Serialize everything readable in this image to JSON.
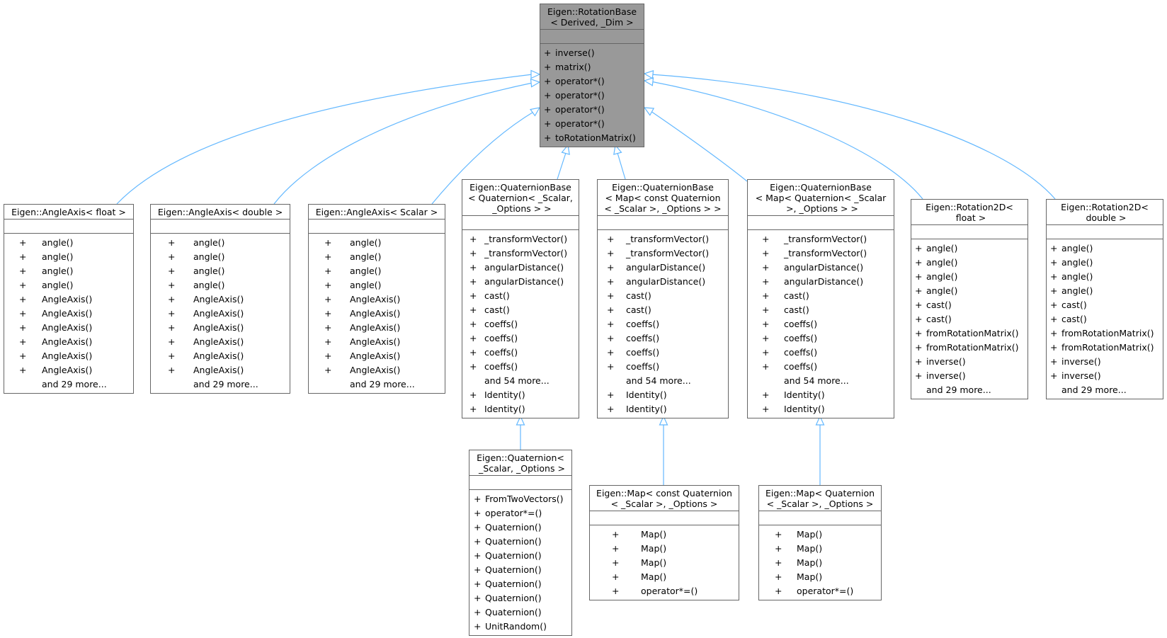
{
  "diagram": {
    "nodes": [
      {
        "id": "rotation-base",
        "title": "Eigen::RotationBase\n< Derived, _Dim >",
        "root": true,
        "members": [
          [
            "+",
            "inverse()"
          ],
          [
            "+",
            "matrix()"
          ],
          [
            "+",
            "operator*()"
          ],
          [
            "+",
            "operator*()"
          ],
          [
            "+",
            "operator*()"
          ],
          [
            "+",
            "operator*()"
          ],
          [
            "+",
            "toRotationMatrix()"
          ]
        ]
      },
      {
        "id": "angleaxis-float",
        "title": "Eigen::AngleAxis< float >",
        "members": [
          [
            "+",
            "angle()"
          ],
          [
            "+",
            "angle()"
          ],
          [
            "+",
            "angle()"
          ],
          [
            "+",
            "angle()"
          ],
          [
            "+",
            "AngleAxis()"
          ],
          [
            "+",
            "AngleAxis()"
          ],
          [
            "+",
            "AngleAxis()"
          ],
          [
            "+",
            "AngleAxis()"
          ],
          [
            "+",
            "AngleAxis()"
          ],
          [
            "+",
            "AngleAxis()"
          ],
          [
            "",
            "and 29 more..."
          ]
        ]
      },
      {
        "id": "angleaxis-double",
        "title": "Eigen::AngleAxis< double >",
        "members": [
          [
            "+",
            "angle()"
          ],
          [
            "+",
            "angle()"
          ],
          [
            "+",
            "angle()"
          ],
          [
            "+",
            "angle()"
          ],
          [
            "+",
            "AngleAxis()"
          ],
          [
            "+",
            "AngleAxis()"
          ],
          [
            "+",
            "AngleAxis()"
          ],
          [
            "+",
            "AngleAxis()"
          ],
          [
            "+",
            "AngleAxis()"
          ],
          [
            "+",
            "AngleAxis()"
          ],
          [
            "",
            "and 29 more..."
          ]
        ]
      },
      {
        "id": "angleaxis-scalar",
        "title": "Eigen::AngleAxis< Scalar >",
        "members": [
          [
            "+",
            "angle()"
          ],
          [
            "+",
            "angle()"
          ],
          [
            "+",
            "angle()"
          ],
          [
            "+",
            "angle()"
          ],
          [
            "+",
            "AngleAxis()"
          ],
          [
            "+",
            "AngleAxis()"
          ],
          [
            "+",
            "AngleAxis()"
          ],
          [
            "+",
            "AngleAxis()"
          ],
          [
            "+",
            "AngleAxis()"
          ],
          [
            "+",
            "AngleAxis()"
          ],
          [
            "",
            "and 29 more..."
          ]
        ]
      },
      {
        "id": "quatbase-quaternion",
        "title": "Eigen::QuaternionBase\n< Quaternion< _Scalar,\n _Options > >",
        "members": [
          [
            "+",
            "_transformVector()"
          ],
          [
            "+",
            "_transformVector()"
          ],
          [
            "+",
            "angularDistance()"
          ],
          [
            "+",
            "angularDistance()"
          ],
          [
            "+",
            "cast()"
          ],
          [
            "+",
            "cast()"
          ],
          [
            "+",
            "coeffs()"
          ],
          [
            "+",
            "coeffs()"
          ],
          [
            "+",
            "coeffs()"
          ],
          [
            "+",
            "coeffs()"
          ],
          [
            "",
            "and 54 more..."
          ],
          [
            "+",
            "Identity()"
          ],
          [
            "+",
            "Identity()"
          ]
        ]
      },
      {
        "id": "quatbase-map-const",
        "title": "Eigen::QuaternionBase\n< Map< const Quaternion\n< _Scalar >, _Options > >",
        "members": [
          [
            "+",
            "_transformVector()"
          ],
          [
            "+",
            "_transformVector()"
          ],
          [
            "+",
            "angularDistance()"
          ],
          [
            "+",
            "angularDistance()"
          ],
          [
            "+",
            "cast()"
          ],
          [
            "+",
            "cast()"
          ],
          [
            "+",
            "coeffs()"
          ],
          [
            "+",
            "coeffs()"
          ],
          [
            "+",
            "coeffs()"
          ],
          [
            "+",
            "coeffs()"
          ],
          [
            "",
            "and 54 more..."
          ],
          [
            "+",
            "Identity()"
          ],
          [
            "+",
            "Identity()"
          ]
        ]
      },
      {
        "id": "quatbase-map",
        "title": "Eigen::QuaternionBase\n< Map< Quaternion< _Scalar\n >, _Options > >",
        "members": [
          [
            "+",
            "_transformVector()"
          ],
          [
            "+",
            "_transformVector()"
          ],
          [
            "+",
            "angularDistance()"
          ],
          [
            "+",
            "angularDistance()"
          ],
          [
            "+",
            "cast()"
          ],
          [
            "+",
            "cast()"
          ],
          [
            "+",
            "coeffs()"
          ],
          [
            "+",
            "coeffs()"
          ],
          [
            "+",
            "coeffs()"
          ],
          [
            "+",
            "coeffs()"
          ],
          [
            "",
            "and 54 more..."
          ],
          [
            "+",
            "Identity()"
          ],
          [
            "+",
            "Identity()"
          ]
        ]
      },
      {
        "id": "rotation2d-float",
        "title": "Eigen::Rotation2D<\n float >",
        "members": [
          [
            "+",
            "angle()"
          ],
          [
            "+",
            "angle()"
          ],
          [
            "+",
            "angle()"
          ],
          [
            "+",
            "angle()"
          ],
          [
            "+",
            "cast()"
          ],
          [
            "+",
            "cast()"
          ],
          [
            "+",
            "fromRotationMatrix()"
          ],
          [
            "+",
            "fromRotationMatrix()"
          ],
          [
            "+",
            "inverse()"
          ],
          [
            "+",
            "inverse()"
          ],
          [
            "",
            "and 29 more..."
          ]
        ]
      },
      {
        "id": "rotation2d-double",
        "title": "Eigen::Rotation2D<\n double >",
        "members": [
          [
            "+",
            "angle()"
          ],
          [
            "+",
            "angle()"
          ],
          [
            "+",
            "angle()"
          ],
          [
            "+",
            "angle()"
          ],
          [
            "+",
            "cast()"
          ],
          [
            "+",
            "cast()"
          ],
          [
            "+",
            "fromRotationMatrix()"
          ],
          [
            "+",
            "fromRotationMatrix()"
          ],
          [
            "+",
            "inverse()"
          ],
          [
            "+",
            "inverse()"
          ],
          [
            "",
            "and 29 more..."
          ]
        ]
      },
      {
        "id": "quaternion",
        "title": "Eigen::Quaternion<\n _Scalar, _Options >",
        "members": [
          [
            "+",
            "FromTwoVectors()"
          ],
          [
            "+",
            "operator*=()"
          ],
          [
            "+",
            "Quaternion()"
          ],
          [
            "+",
            "Quaternion()"
          ],
          [
            "+",
            "Quaternion()"
          ],
          [
            "+",
            "Quaternion()"
          ],
          [
            "+",
            "Quaternion()"
          ],
          [
            "+",
            "Quaternion()"
          ],
          [
            "+",
            "Quaternion()"
          ],
          [
            "+",
            "UnitRandom()"
          ]
        ]
      },
      {
        "id": "map-const-quaternion",
        "title": "Eigen::Map< const Quaternion\n< _Scalar >, _Options >",
        "members": [
          [
            "+",
            "Map()"
          ],
          [
            "+",
            "Map()"
          ],
          [
            "+",
            "Map()"
          ],
          [
            "+",
            "Map()"
          ],
          [
            "+",
            "operator*=()"
          ]
        ]
      },
      {
        "id": "map-quaternion",
        "title": "Eigen::Map< Quaternion\n< _Scalar >, _Options >",
        "members": [
          [
            "+",
            "Map()"
          ],
          [
            "+",
            "Map()"
          ],
          [
            "+",
            "Map()"
          ],
          [
            "+",
            "Map()"
          ],
          [
            "+",
            "operator*=()"
          ]
        ]
      }
    ],
    "edges": [
      {
        "from": "angleaxis-float",
        "to": "rotation-base"
      },
      {
        "from": "angleaxis-double",
        "to": "rotation-base"
      },
      {
        "from": "angleaxis-scalar",
        "to": "rotation-base"
      },
      {
        "from": "quatbase-quaternion",
        "to": "rotation-base"
      },
      {
        "from": "quatbase-map-const",
        "to": "rotation-base"
      },
      {
        "from": "quatbase-map",
        "to": "rotation-base"
      },
      {
        "from": "rotation2d-float",
        "to": "rotation-base"
      },
      {
        "from": "rotation2d-double",
        "to": "rotation-base"
      },
      {
        "from": "quaternion",
        "to": "quatbase-quaternion"
      },
      {
        "from": "map-const-quaternion",
        "to": "quatbase-map-const"
      },
      {
        "from": "map-quaternion",
        "to": "quatbase-map"
      }
    ],
    "colors": {
      "edge": "#63b8ff",
      "border": "#666666",
      "root_fill": "#999999",
      "node_fill": "#ffffff"
    }
  }
}
